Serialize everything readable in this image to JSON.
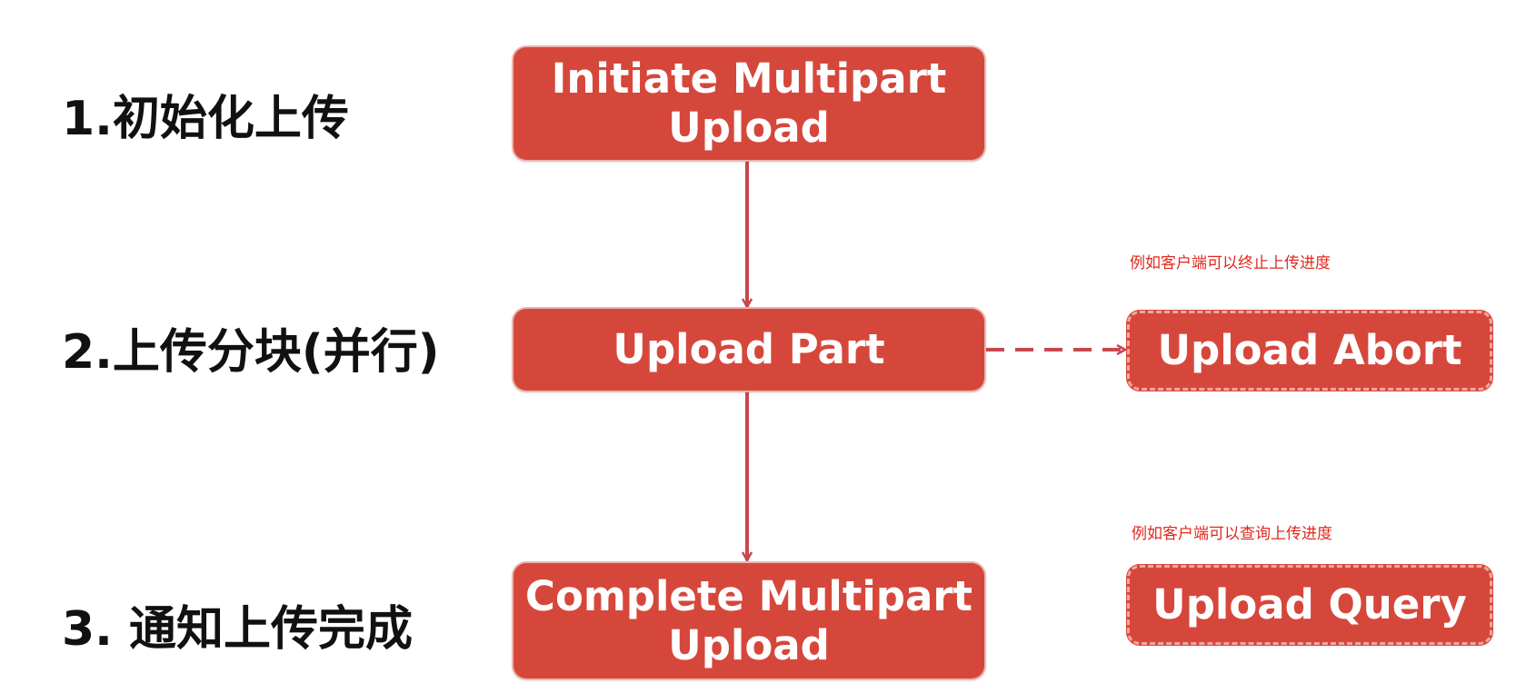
{
  "steps": [
    {
      "label": "1.初始化上传"
    },
    {
      "label": "2.上传分块(并行)"
    },
    {
      "label": "3. 通知上传完成"
    }
  ],
  "nodes": {
    "initiate": {
      "line1": "Initiate Multipart",
      "line2": "Upload"
    },
    "upload_part": {
      "label": "Upload Part"
    },
    "complete": {
      "line1": "Complete Multipart",
      "line2": "Upload"
    },
    "abort": {
      "label": "Upload Abort"
    },
    "query": {
      "label": "Upload Query"
    }
  },
  "notes": {
    "abort_note": "例如客户端可以终止上传进度",
    "query_note": "例如客户端可以查询上传进度"
  },
  "colors": {
    "node_fill": "#d6473b",
    "connector": "#c8474e",
    "note_text": "#e0281d",
    "label_text": "#111111"
  }
}
